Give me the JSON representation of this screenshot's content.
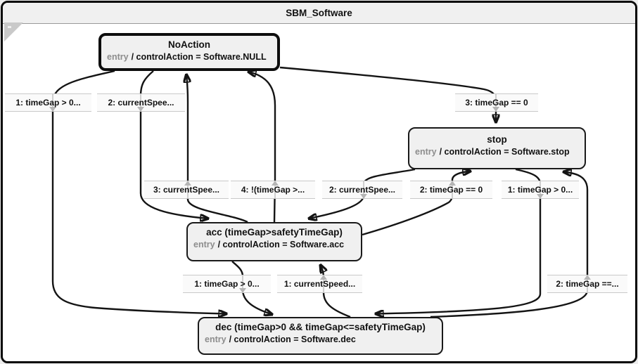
{
  "window": {
    "title": "SBM_Software"
  },
  "colors": {
    "titlebar_bg": "#f0f0f0",
    "canvas_bg": "#ffffff",
    "state_fill": "#f0f0f0",
    "state_border": "#1a1a1a",
    "entry_keyword_color": "#8d8d8d",
    "transition_line": "#141414",
    "label_bg": "#fafafa",
    "label_border": "#c9c9c9"
  },
  "states": [
    {
      "id": "NoAction",
      "title": "NoAction",
      "entry_keyword": "entry",
      "entry_action": "/ controlAction = Software.NULL"
    },
    {
      "id": "stop",
      "title": "stop",
      "entry_keyword": "entry",
      "entry_action": "/ controlAction = Software.stop"
    },
    {
      "id": "acc",
      "title": "acc (timeGap>safetyTimeGap)",
      "entry_keyword": "entry",
      "entry_action": "/ controlAction = Software.acc"
    },
    {
      "id": "dec",
      "title": "dec (timeGap>0 && timeGap<=safetyTimeGap)",
      "entry_keyword": "entry",
      "entry_action": "/ controlAction = Software.dec"
    }
  ],
  "transitions": [
    {
      "label": "1: timeGap > 0...",
      "from": "NoAction",
      "to": "dec"
    },
    {
      "label": "2: currentSpee...",
      "from": "NoAction",
      "to": "acc"
    },
    {
      "label": "3: timeGap == 0",
      "from": "NoAction",
      "to": "stop"
    },
    {
      "label": "3: currentSpee...",
      "from": "acc",
      "to": "NoAction"
    },
    {
      "label": "4: !(timeGap >...",
      "from": "acc",
      "to": "NoAction"
    },
    {
      "label": "2: currentSpee...",
      "from": "stop",
      "to": "acc"
    },
    {
      "label": "2: timeGap == 0",
      "from": "acc",
      "to": "stop"
    },
    {
      "label": "1: timeGap > 0...",
      "from": "stop",
      "to": "dec"
    },
    {
      "label": "1: timeGap > 0...",
      "from": "acc",
      "to": "dec"
    },
    {
      "label": "1: currentSpeed...",
      "from": "dec",
      "to": "acc"
    },
    {
      "label": "2: timeGap ==...",
      "from": "dec",
      "to": "stop"
    }
  ]
}
